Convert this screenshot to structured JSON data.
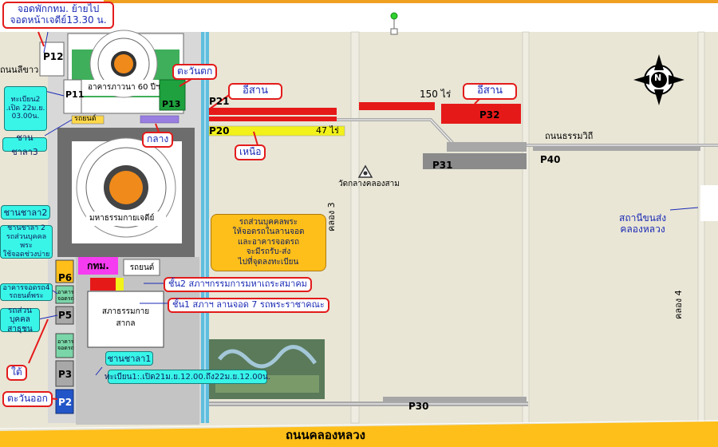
{
  "title_bar": {
    "label": "ถนนคลองหลวง"
  },
  "parking": {
    "p12": "P12",
    "p11": "P11",
    "p13": "P13",
    "p21": "P21",
    "p20": "P20",
    "p32": "P32",
    "p31": "P31",
    "p40": "P40",
    "p30": "P30",
    "p6": "P6",
    "p5": "P5",
    "p3": "P3",
    "p2": "P2"
  },
  "buildings": {
    "arkharn60": "อาคารภาวนา 60 ปีฯ",
    "mahathammakaya": "มหาธรรมกายเจดีย์",
    "sapha": "สภาธรรมกาย\nสากล",
    "rod_yon_top": "รถยนต์",
    "rod_yon_mid": "รถยนต์",
    "kor_tor_mor": "กทม.",
    "wat_klang": "วัดกลางคลองสาม",
    "arkharn_jod": "อาคาร\nจอดรถ",
    "arkharn_jod2": "อาคาร\nจอดรถ"
  },
  "roads": {
    "thanon_liekhao": "ถนนลีขาว",
    "thanon_thammawithi": "ถนนธรรมวิถี",
    "khlong3": "คลอง 3",
    "khlong4": "คลอง 4"
  },
  "areas": {
    "rai150": "150 ไร่",
    "rai47": "47 ไร่"
  },
  "callouts": {
    "jod_phak": "จอดพักกทม. ย้ายไป\nจอดหน้าเจดีย์13.30 น.",
    "tawan_tok": "ตะวันตก",
    "isan1": "อีสาน",
    "isan2": "อีสาน",
    "klang": "กลาง",
    "nuea": "เหนือ",
    "tai": "ใต้",
    "tawan_ok": "ตะวันออก",
    "thabian2": "ทะเบียน2\n.เปิด 22ม.ย.\n03.00น.",
    "chanchala3": "ชานชาลา3",
    "chanchala2": "ชานชาลา2",
    "chanchala2b": "ชานชาลา 2\nรถส่วนบุคคลพระ\nใช้จอดช่วงบ่าย",
    "arkharn_jod4": "อาคารจอดรถ4\nรถยนต์พระ",
    "rot_suan_bukkhon": "รถส่วนบุคคล\nสาธุชน",
    "chanchala1": "ชานชาลา1",
    "thabian1": "ทะเบียน1:.เปิด21ม.ย.12.00.ถึง22ม.ย.12.00น.",
    "floor2": "ชั้น2 สภาฯกรรมการมหาเถระสมาคม",
    "floor1": "ชั้น1 สภาฯ ลานจอด 7 รถพระราชาคณะ",
    "station": "สถานีขนส่ง\nคลองหลวง",
    "orange_note": "รถส่วนบุคคลพระ\nให้จอดรถในลานจอด\nและอาคารจอดรถ\nจะมีรถรับ-ส่ง\nไปที่จุดลงทะเบียน"
  },
  "compass": {
    "label": "N"
  },
  "colors": {
    "land": "#e9e6d6",
    "road": "#a9a9a9",
    "red": "#e61919",
    "yellow": "#f2f21a",
    "green": "#1ea13e",
    "orange": "#ffbf1a",
    "cyan": "#38f5e8",
    "purple": "#9a7de0",
    "water": "#5fbede",
    "magenta": "#f53cf0"
  }
}
